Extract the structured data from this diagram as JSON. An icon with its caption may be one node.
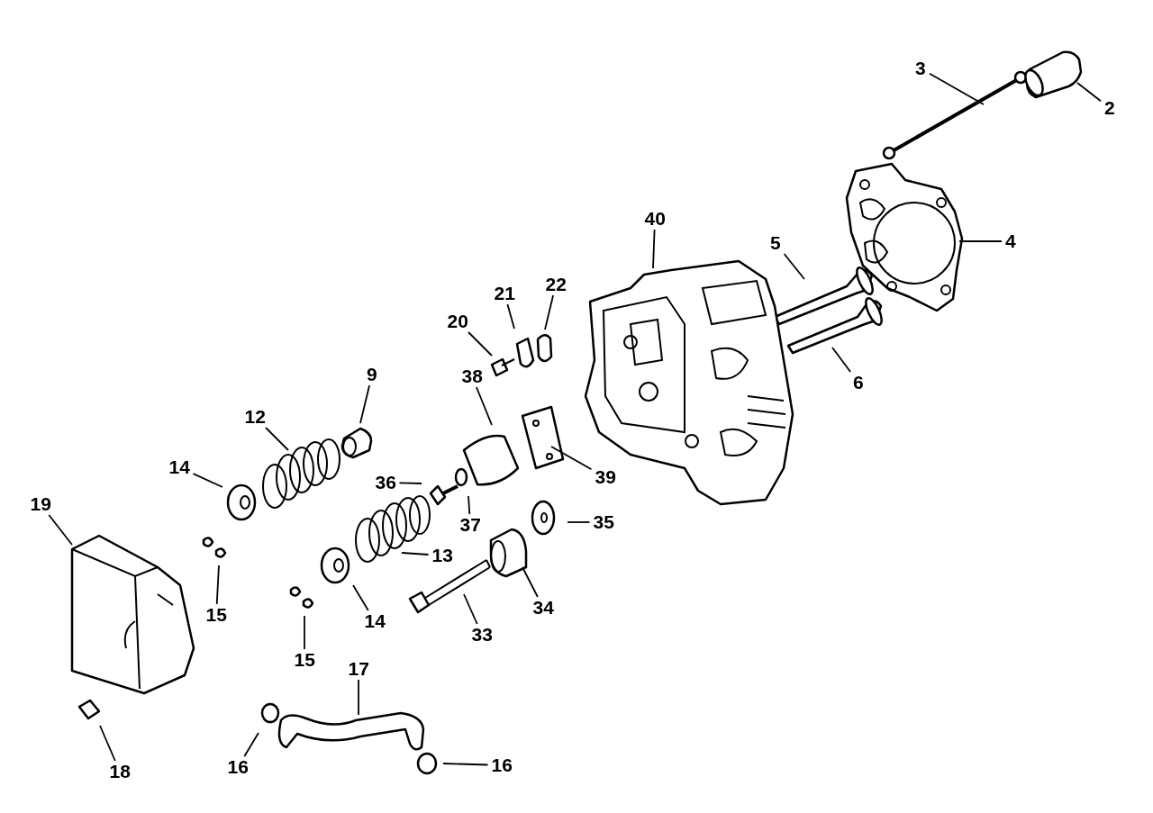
{
  "diagram": {
    "nodes": [
      {
        "text": [
          "3"
        ]
      },
      {
        "text": [
          "2"
        ]
      },
      {
        "text": [
          "40"
        ]
      },
      {
        "text": [
          "5"
        ]
      },
      {
        "text": [
          "4"
        ]
      },
      {
        "text": [
          "21"
        ]
      },
      {
        "text": [
          "22"
        ]
      },
      {
        "text": [
          "20"
        ]
      },
      {
        "text": [
          "9"
        ]
      },
      {
        "text": [
          "6"
        ]
      },
      {
        "text": [
          "38"
        ]
      },
      {
        "text": [
          "12"
        ]
      },
      {
        "text": [
          "39"
        ]
      },
      {
        "text": [
          "14"
        ]
      },
      {
        "text": [
          "36"
        ]
      },
      {
        "text": [
          "19"
        ]
      },
      {
        "text": [
          "37"
        ]
      },
      {
        "text": [
          "35"
        ]
      },
      {
        "text": [
          "15"
        ]
      },
      {
        "text": [
          "13"
        ]
      },
      {
        "text": [
          "14"
        ]
      },
      {
        "text": [
          "34"
        ]
      },
      {
        "text": [
          "33"
        ]
      },
      {
        "text": [
          "15"
        ]
      },
      {
        "text": [
          "17"
        ]
      },
      {
        "text": [
          "18"
        ]
      },
      {
        "text": [
          "16"
        ]
      },
      {
        "text": [
          "16"
        ]
      },
      {
        "text": [],
        "shape": "picture"
      }
    ],
    "edges": [
      {
        "from": 0,
        "to": null,
        "arrow": "none"
      },
      {
        "from": 1,
        "to": null,
        "arrow": "none"
      },
      {
        "from": 2,
        "to": null,
        "arrow": "none"
      },
      {
        "from": 3,
        "to": null,
        "arrow": "none"
      },
      {
        "from": 4,
        "to": null,
        "arrow": "none"
      },
      {
        "from": 5,
        "to": null,
        "arrow": "none"
      },
      {
        "from": 6,
        "to": null,
        "arrow": "none"
      },
      {
        "from": 7,
        "to": 28,
        "arrow": "none"
      },
      {
        "from": 8,
        "to": null,
        "arrow": "none"
      },
      {
        "from": 9,
        "to": null,
        "arrow": "none"
      },
      {
        "from": 10,
        "to": null,
        "arrow": "none"
      },
      {
        "from": 11,
        "to": null,
        "arrow": "none"
      },
      {
        "from": 12,
        "to": null,
        "arrow": "none"
      },
      {
        "from": 13,
        "to": null,
        "arrow": "none"
      },
      {
        "from": 14,
        "to": null,
        "arrow": "none"
      },
      {
        "from": 15,
        "to": null,
        "arrow": "none"
      },
      {
        "from": 16,
        "to": null,
        "arrow": "none"
      },
      {
        "from": 17,
        "to": null,
        "arrow": "none"
      },
      {
        "from": 18,
        "to": null,
        "arrow": "none"
      },
      {
        "from": 19,
        "to": null,
        "arrow": "none"
      },
      {
        "from": 20,
        "to": null,
        "arrow": "none"
      },
      {
        "from": 21,
        "to": null,
        "arrow": "none"
      },
      {
        "from": 22,
        "to": null,
        "arrow": "none"
      },
      {
        "from": 23,
        "to": null,
        "arrow": "none"
      },
      {
        "from": 24,
        "to": null,
        "arrow": "none"
      },
      {
        "from": 25,
        "to": null,
        "arrow": "none"
      },
      {
        "from": 26,
        "to": null,
        "arrow": "none"
      },
      {
        "from": 27,
        "to": null,
        "arrow": "none"
      }
    ]
  }
}
